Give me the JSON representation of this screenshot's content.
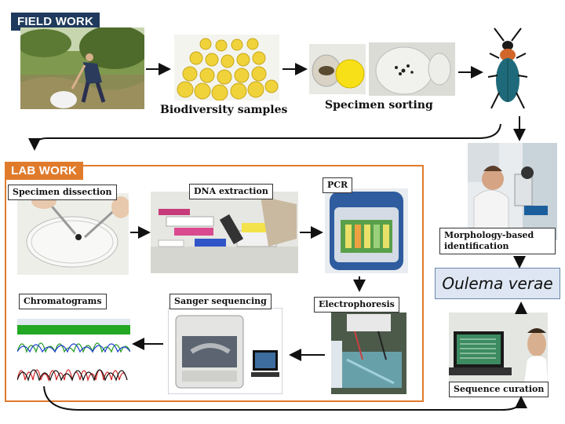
{
  "sections": {
    "field_work": "FIELD WORK",
    "lab_work": "LAB WORK"
  },
  "steps": {
    "biodiversity_samples": "Biodiversity samples",
    "specimen_sorting": "Specimen sorting",
    "specimen_dissection": "Specimen dissection",
    "dna_extraction": "DNA extraction",
    "pcr": "PCR",
    "electrophoresis": "Electrophoresis",
    "sanger_sequencing": "Sanger sequencing",
    "chromatograms": "Chromatograms",
    "sequence_curation": "Sequence curation",
    "morphology": "Morphology-based identification"
  },
  "result": {
    "species": "Oulema verae"
  },
  "colors": {
    "field_header": "#1f3a5c",
    "lab_accent": "#e07b2c",
    "result_fill": "#dde6f2"
  }
}
